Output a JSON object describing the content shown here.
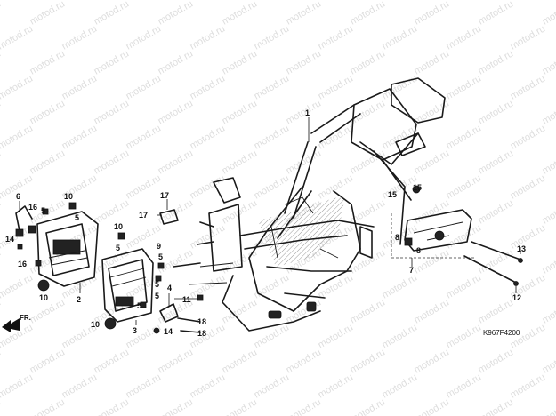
{
  "watermark": "motod.ru",
  "diagram_code": "K967F4200",
  "front_arrow_label": "FR.",
  "callouts": {
    "c1": "1",
    "c2": "2",
    "c3": "3",
    "c4": "4",
    "c5a": "5",
    "c5b": "5",
    "c5c": "5",
    "c5d": "5",
    "c5e": "5",
    "c5f": "5",
    "c5g": "5",
    "c6": "6",
    "c7": "7",
    "c8a": "8",
    "c8b": "8",
    "c9": "9",
    "c10a": "10",
    "c10b": "10",
    "c10c": "10",
    "c10d": "10",
    "c11": "11",
    "c12": "12",
    "c13": "13",
    "c14a": "14",
    "c14b": "14",
    "c15a": "15",
    "c15b": "15",
    "c16a": "16",
    "c16b": "16",
    "c17a": "17",
    "c17b": "17",
    "c18a": "18",
    "c18b": "18"
  }
}
